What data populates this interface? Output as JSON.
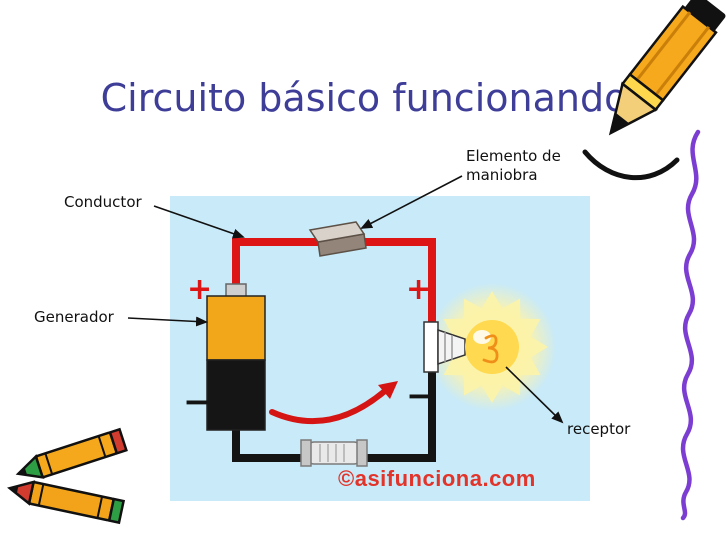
{
  "title": "Circuito básico funcionando",
  "labels": {
    "conductor": "Conductor",
    "elemento_de_maniobra": "Elemento de maniobra",
    "generador": "Generador",
    "receptor": "receptor"
  },
  "watermark": "©asifunciona.com",
  "symbols": {
    "plus": "+",
    "minus": "−"
  },
  "colors": {
    "title_text": "#3e3e99",
    "panel_background": "#c9eaf8",
    "positive_wire": "#dd1515",
    "negative_wire": "#141414",
    "battery_top": "#f2a71b",
    "battery_bottom": "#151515",
    "bulb": "#ffd94f",
    "bulb_glow": "#fcf3a8",
    "watermark_text": "#e2342a",
    "label_text": "#111111",
    "squiggle": "#7c3ed2",
    "pencil_body": "#f6a91c"
  },
  "icons": {
    "battery": "battery-generator-icon",
    "switch": "knife-switch-icon",
    "bulb": "light-bulb-icon",
    "fuse": "fuse-icon",
    "current_arrow": "current-direction-arrow-icon",
    "pencil": "pencil-decoration-icon",
    "crayons": "crayons-decoration-icon",
    "squiggle": "purple-squiggle-icon"
  }
}
